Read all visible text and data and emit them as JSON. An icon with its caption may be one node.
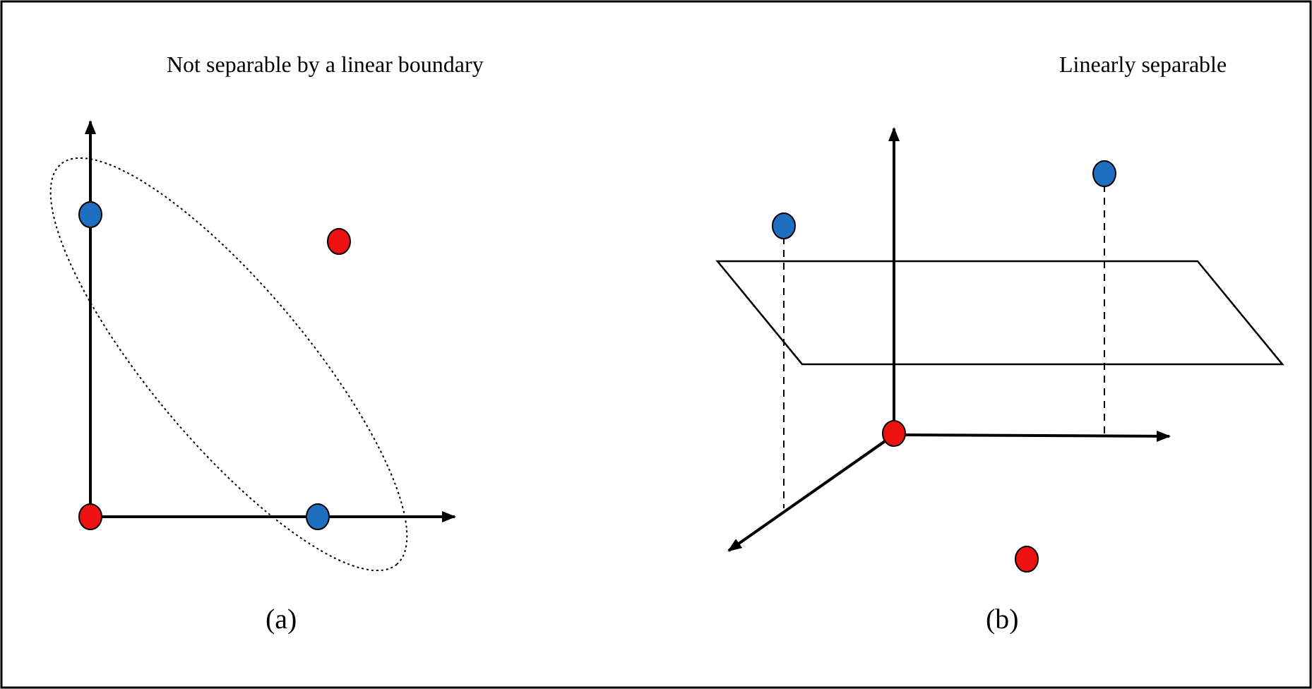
{
  "diagram": {
    "labels": [
      "Not separable by a linear boundary",
      "Linearly separable",
      "(a)",
      "(b)"
    ]
  }
}
